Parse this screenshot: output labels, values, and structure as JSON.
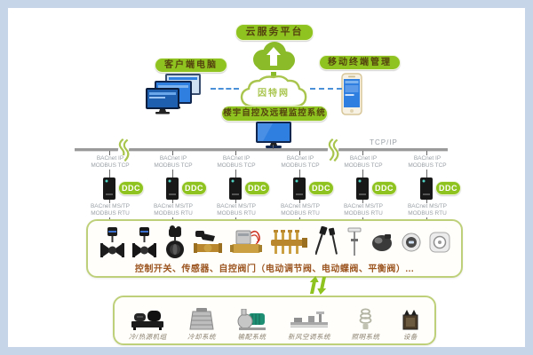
{
  "cloud": {
    "platform_label": "云服务平台",
    "internet_label": "因特网"
  },
  "clients": {
    "pc_label": "客户端电脑",
    "mobile_label": "移动终端管理"
  },
  "system": {
    "label": "楼宇自控及远程监控系统"
  },
  "network": {
    "bus_label": "TCP/IP",
    "bacnet_ip": "BACnet IP",
    "modbus_tcp": "MODBUS TCP",
    "bacnet_mstp": "BACnet MS/TP",
    "modbus_rtu": "MODBUS RTU",
    "ddc_label": "DDC",
    "ddc_count": 6
  },
  "field_devices": {
    "caption": "控制开关、传感器、自控阀门（电动调节阀、电动蝶阀、平衡阀）...",
    "icons": [
      "control-valve",
      "control-valve-2",
      "butterfly-valve",
      "ball-valve",
      "solenoid-valve",
      "manifold",
      "temperature-probes",
      "insertion-sensor",
      "damper-actuator",
      "pressure-gauge",
      "flow-device"
    ]
  },
  "systems_row": {
    "items": [
      {
        "label": "冷/热源机组",
        "icon": "chiller-icon"
      },
      {
        "label": "冷却系统",
        "icon": "cooling-tower-icon"
      },
      {
        "label": "输配系统",
        "icon": "pump-icon"
      },
      {
        "label": "新风空调系统",
        "icon": "ahu-icon"
      },
      {
        "label": "照明系统",
        "icon": "lamp-icon"
      },
      {
        "label": "设备",
        "icon": "equipment-icon"
      }
    ]
  },
  "colors": {
    "accent_green": "#8fc31f",
    "outline_green": "#bed07a",
    "frame_blue": "#c7d5e8",
    "bus_grey": "#9a9a9a",
    "protocol_text_grey": "#9aa0a6",
    "caption_brown": "#9c5520",
    "screen_blue": "#2f7fe0",
    "dash_blue": "#4a90d9"
  }
}
